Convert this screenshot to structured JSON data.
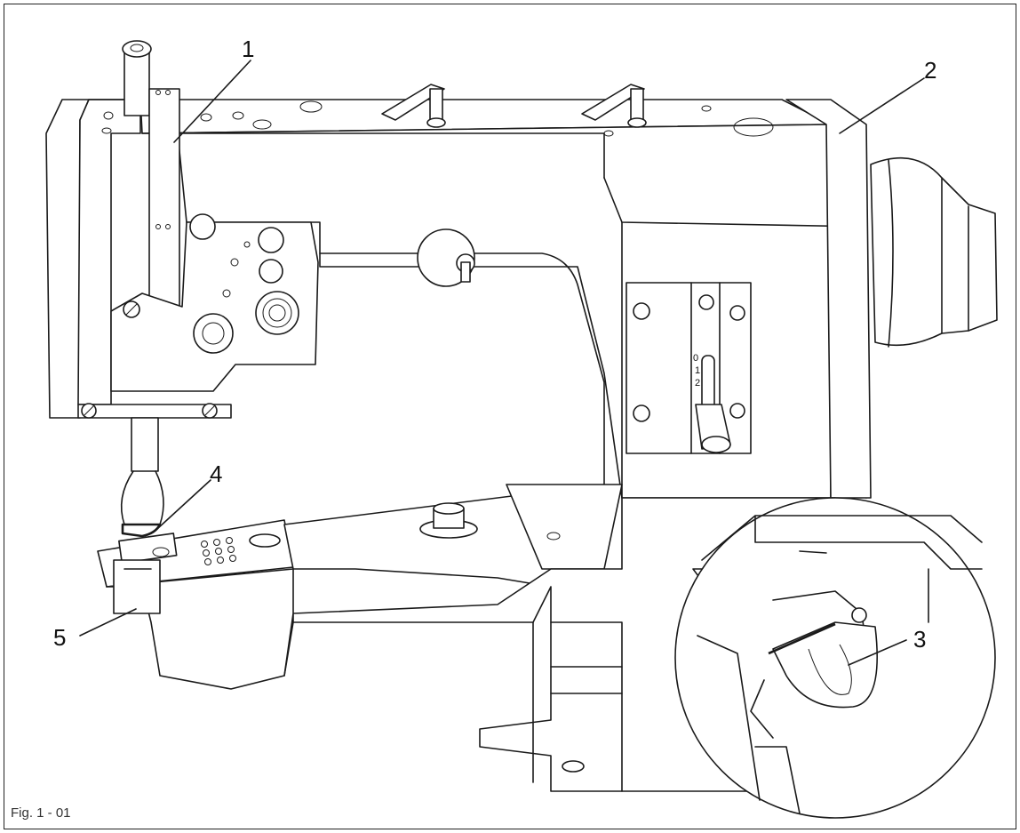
{
  "figure": {
    "caption": "Fig. 1 - 01"
  },
  "callouts": [
    {
      "id": "1",
      "label": "1"
    },
    {
      "id": "2",
      "label": "2"
    },
    {
      "id": "3",
      "label": "3"
    },
    {
      "id": "4",
      "label": "4"
    },
    {
      "id": "5",
      "label": "5"
    }
  ],
  "scale_marks": [
    "0",
    "1",
    "2"
  ]
}
